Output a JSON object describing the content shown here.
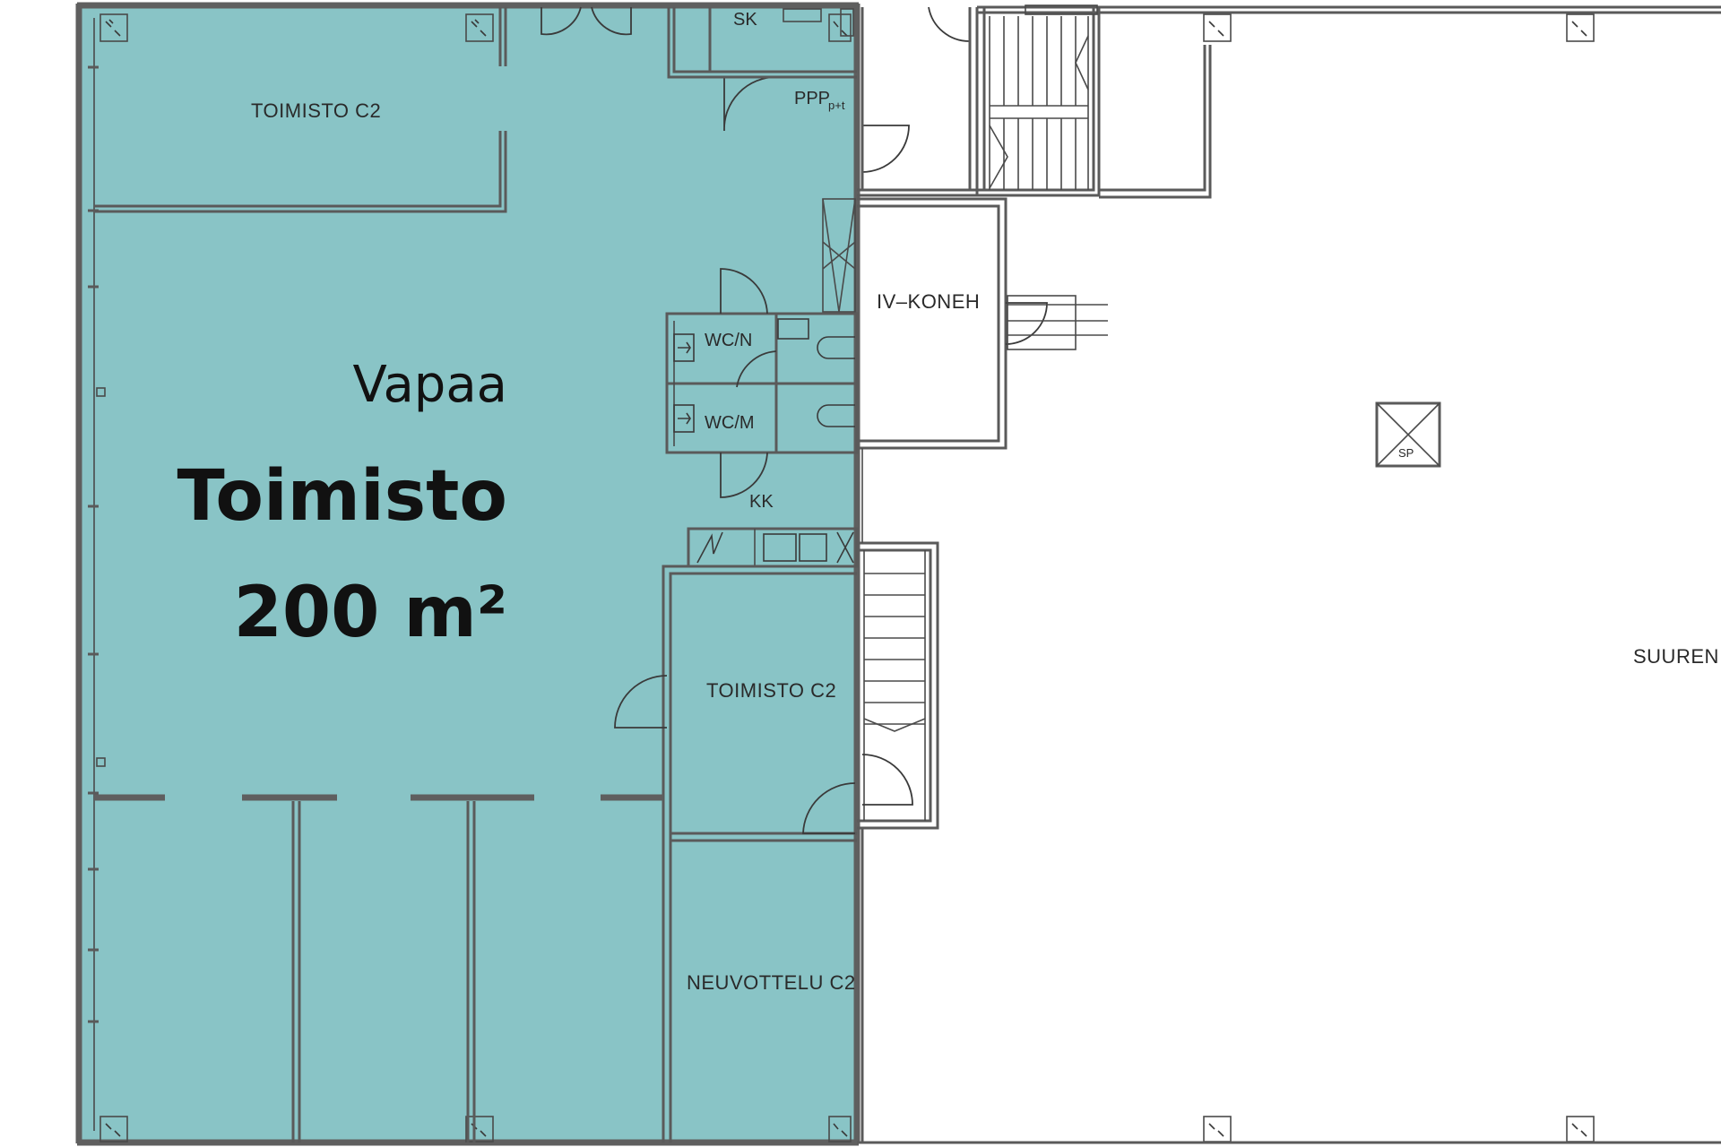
{
  "highlight_color": "#89C4C6",
  "headline": {
    "line1": "Vapaa",
    "line2": "Toimisto",
    "line3": "200 m²"
  },
  "rooms": {
    "toimisto_top": "TOIMISTO C2",
    "sk": "SK",
    "ppp": "PPP",
    "ppp_sub": "p+t",
    "wc_n": "WC/N",
    "wc_m": "WC/M",
    "kk": "KK",
    "toimisto_right": "TOIMISTO C2",
    "neuvottelu": "NEUVOTTELU C2",
    "iv_koneh": "IV–KONEH",
    "sp": "SP",
    "suuren": "SUUREN"
  }
}
